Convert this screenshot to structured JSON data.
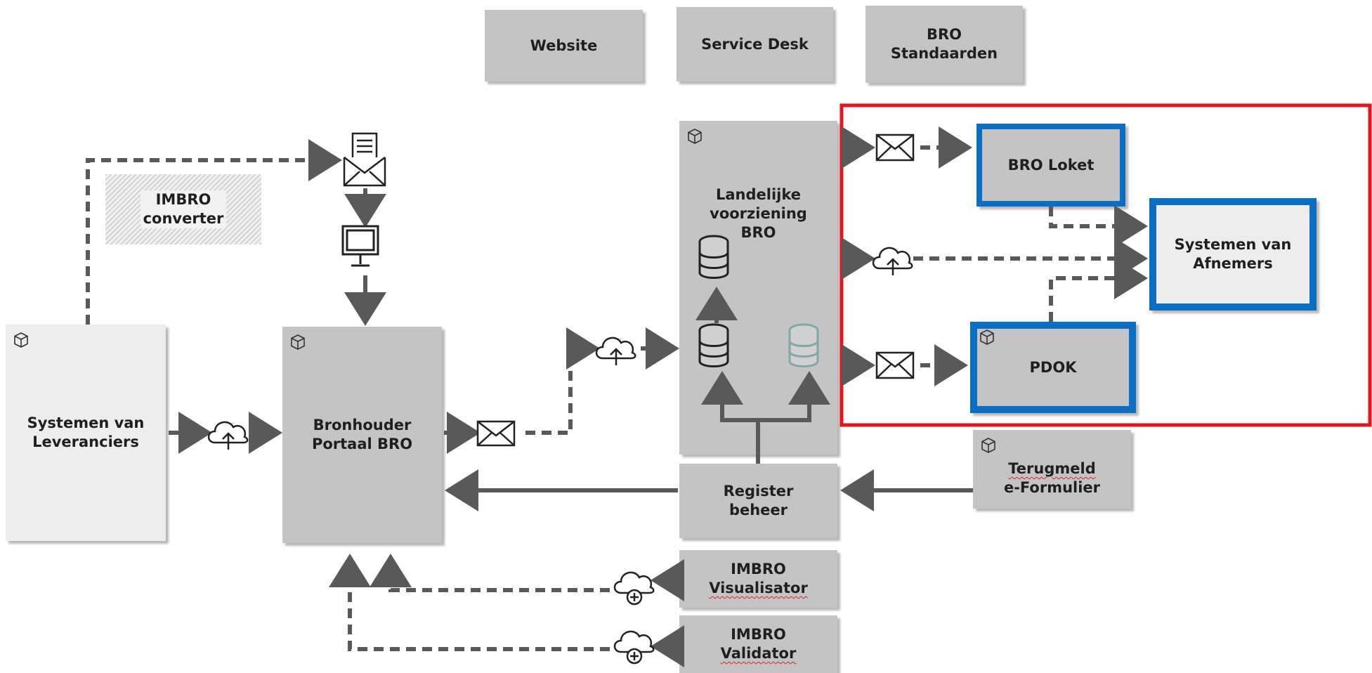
{
  "top_boxes": {
    "website": "Website",
    "service_desk": "Service Desk",
    "bro_standaarden": "BRO\nStandaarden"
  },
  "imbro_converter": "IMBRO\nconverter",
  "systemen_leveranciers": "Systemen van\nLeveranciers",
  "bronhouder_portaal": "Bronhouder\nPortaal BRO",
  "landelijke_voorziening": "Landelijke\nvoorziening\nBRO",
  "register_beheer": "Register\nbeheer",
  "imbro_visualisator": {
    "line1": "IMBRO",
    "line2": "Visualisator"
  },
  "imbro_validator": {
    "line1": "IMBRO",
    "line2": "Validator"
  },
  "bro_loket": "BRO Loket",
  "pdok": "PDOK",
  "systemen_afnemers": "Systemen van\nAfnemers",
  "terugmeld": {
    "line1": "Terugmeld",
    "line2": "e-Formulier"
  },
  "colors": {
    "highlight_red": "#e8141b",
    "highlight_blue": "#0a6fc2",
    "arrow": "#595959",
    "box": "#c4c4c4"
  },
  "icons": [
    "cube-icon",
    "cloud-upload-icon",
    "envelope-icon",
    "document-envelope-icon",
    "monitor-icon",
    "database-icon",
    "cloud-plus-icon"
  ]
}
